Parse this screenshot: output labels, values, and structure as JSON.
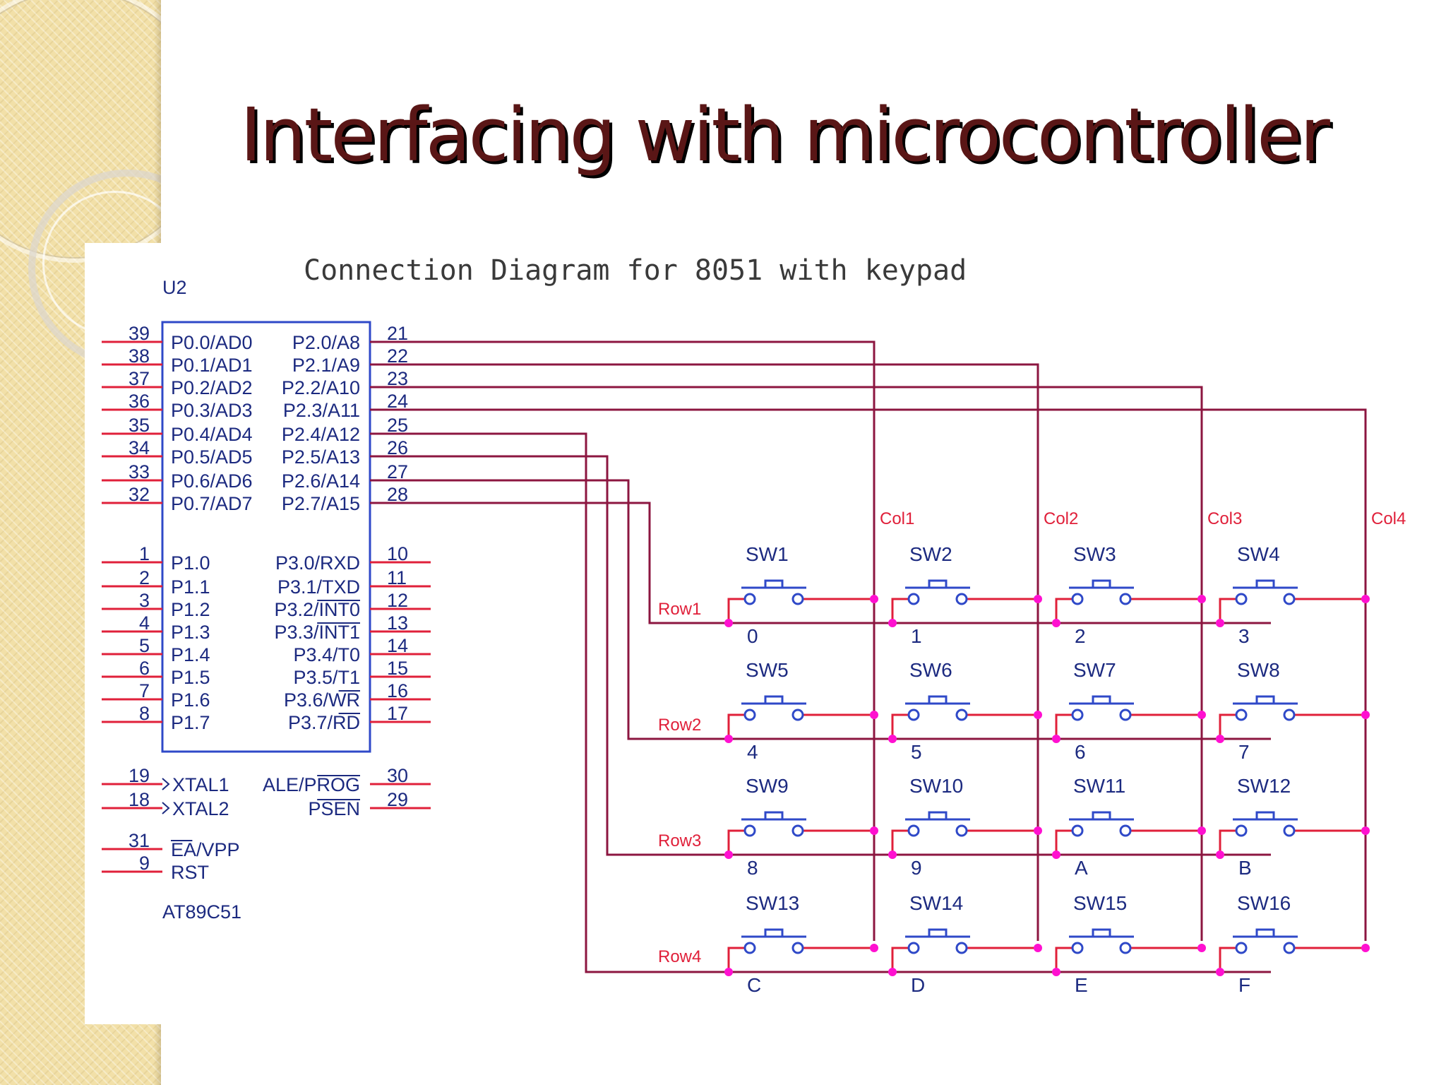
{
  "slide": {
    "title": "Interfacing with microcontroller",
    "diagram_title": "Connection Diagram for 8051 with keypad"
  },
  "chip": {
    "ref": "U2",
    "part": "AT89C51",
    "left_pins": [
      {
        "num": "39",
        "name": "P0.0/AD0"
      },
      {
        "num": "38",
        "name": "P0.1/AD1"
      },
      {
        "num": "37",
        "name": "P0.2/AD2"
      },
      {
        "num": "36",
        "name": "P0.3/AD3"
      },
      {
        "num": "35",
        "name": "P0.4/AD4"
      },
      {
        "num": "34",
        "name": "P0.5/AD5"
      },
      {
        "num": "33",
        "name": "P0.6/AD6"
      },
      {
        "num": "32",
        "name": "P0.7/AD7"
      },
      {
        "num": "1",
        "name": "P1.0"
      },
      {
        "num": "2",
        "name": "P1.1"
      },
      {
        "num": "3",
        "name": "P1.2"
      },
      {
        "num": "4",
        "name": "P1.3"
      },
      {
        "num": "5",
        "name": "P1.4"
      },
      {
        "num": "6",
        "name": "P1.5"
      },
      {
        "num": "7",
        "name": "P1.6"
      },
      {
        "num": "8",
        "name": "P1.7"
      },
      {
        "num": "19",
        "name": "XTAL1"
      },
      {
        "num": "18",
        "name": "XTAL2"
      },
      {
        "num": "31",
        "name": "EA/VPP"
      },
      {
        "num": "9",
        "name": "RST"
      }
    ],
    "right_pins": [
      {
        "num": "21",
        "name": "P2.0/A8"
      },
      {
        "num": "22",
        "name": "P2.1/A9"
      },
      {
        "num": "23",
        "name": "P2.2/A10"
      },
      {
        "num": "24",
        "name": "P2.3/A11"
      },
      {
        "num": "25",
        "name": "P2.4/A12"
      },
      {
        "num": "26",
        "name": "P2.5/A13"
      },
      {
        "num": "27",
        "name": "P2.6/A14"
      },
      {
        "num": "28",
        "name": "P2.7/A15"
      },
      {
        "num": "10",
        "name": "P3.0/RXD"
      },
      {
        "num": "11",
        "name": "P3.1/TXD"
      },
      {
        "num": "12",
        "name": "P3.2/INT0"
      },
      {
        "num": "13",
        "name": "P3.3/INT1"
      },
      {
        "num": "14",
        "name": "P3.4/T0"
      },
      {
        "num": "15",
        "name": "P3.5/T1"
      },
      {
        "num": "16",
        "name": "P3.6/WR"
      },
      {
        "num": "17",
        "name": "P3.7/RD"
      },
      {
        "num": "30",
        "name": "ALE/PROG"
      },
      {
        "num": "29",
        "name": "PSEN"
      }
    ]
  },
  "keypad": {
    "columns": [
      "Col1",
      "Col2",
      "Col3",
      "Col4"
    ],
    "rows": [
      "Row1",
      "Row2",
      "Row3",
      "Row4"
    ],
    "switches": [
      "SW1",
      "SW2",
      "SW3",
      "SW4",
      "SW5",
      "SW6",
      "SW7",
      "SW8",
      "SW9",
      "SW10",
      "SW11",
      "SW12",
      "SW13",
      "SW14",
      "SW15",
      "SW16"
    ],
    "keys": [
      "0",
      "1",
      "2",
      "3",
      "4",
      "5",
      "6",
      "7",
      "8",
      "9",
      "A",
      "B",
      "C",
      "D",
      "E",
      "F"
    ]
  },
  "colors": {
    "title": "#5a1616",
    "chip_outline": "#2f49c8",
    "chip_text": "#1c2a80",
    "pin_line": "#e0203a",
    "wire": "#8c1640",
    "junction": "#ff10d0",
    "switch_line": "#2f49c8",
    "net_label": "#e0203a"
  }
}
